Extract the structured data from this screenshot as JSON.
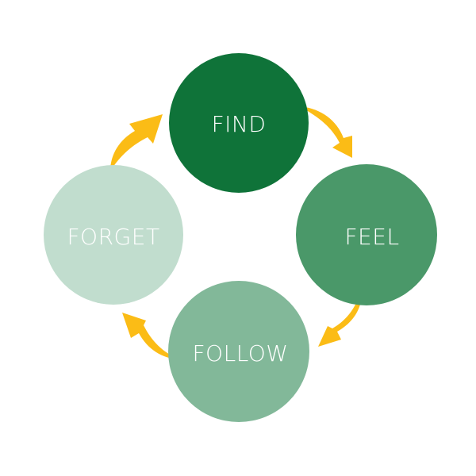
{
  "diagram": {
    "type": "cycle",
    "arrow_color": "#FBBC16",
    "nodes": [
      {
        "id": "find",
        "label": "FIND",
        "color": "#0F7339"
      },
      {
        "id": "feel",
        "label": "FEEL",
        "color": "#4A9869"
      },
      {
        "id": "follow",
        "label": "FOLLOW",
        "color": "#82B899"
      },
      {
        "id": "forget",
        "label": "FORGET",
        "color": "#C1DDCE"
      }
    ],
    "edges": [
      {
        "from": "find",
        "to": "feel"
      },
      {
        "from": "feel",
        "to": "follow"
      },
      {
        "from": "follow",
        "to": "forget"
      },
      {
        "from": "forget",
        "to": "find"
      }
    ]
  }
}
